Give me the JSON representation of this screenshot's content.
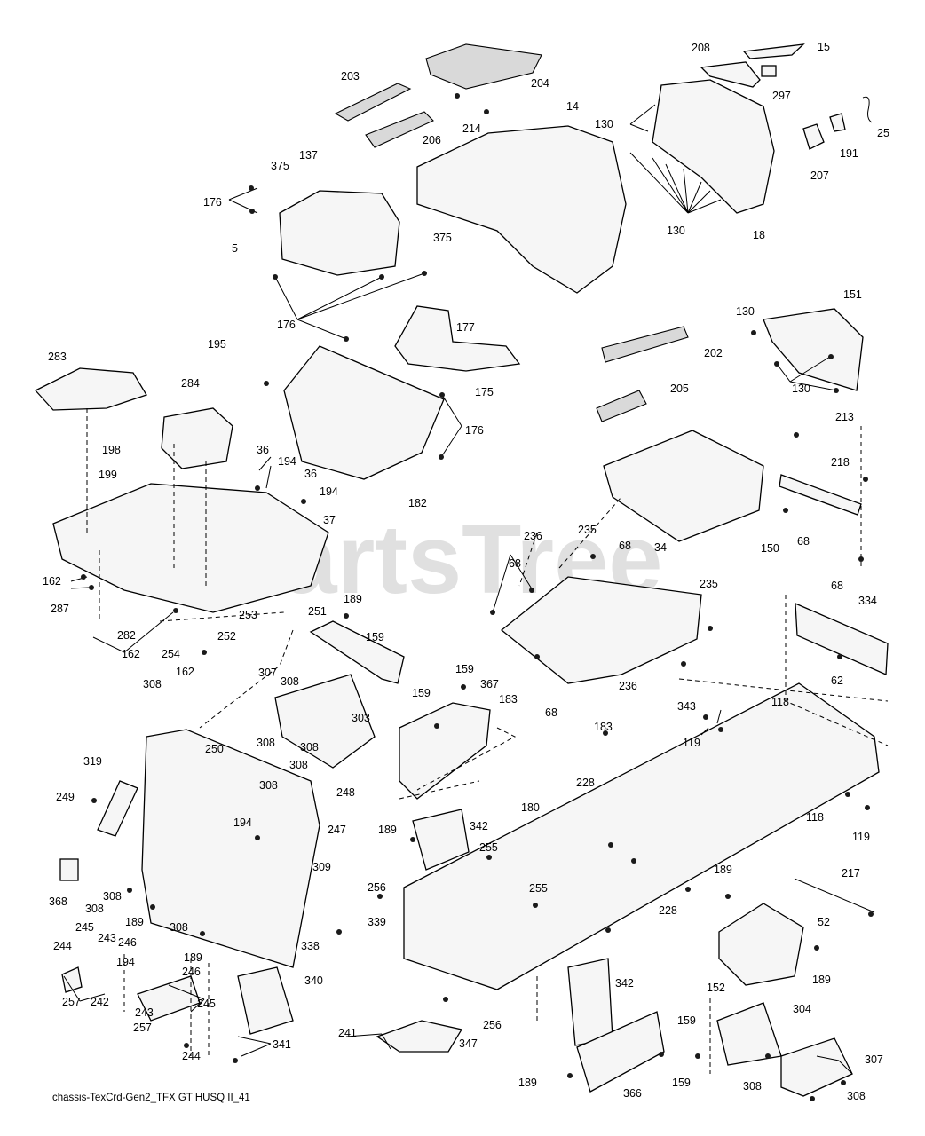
{
  "watermark": "PartsTree",
  "footer_code": "chassis-TexCrd-Gen2_TFX GT HUSQ II_41",
  "callouts": [
    "203",
    "204",
    "15",
    "208",
    "297",
    "25",
    "14",
    "214",
    "206",
    "130",
    "207",
    "191",
    "137",
    "375",
    "176",
    "5",
    "375",
    "130",
    "18",
    "176",
    "177",
    "151",
    "130",
    "195",
    "202",
    "130",
    "283",
    "284",
    "175",
    "205",
    "176",
    "198",
    "36",
    "194",
    "36",
    "199",
    "194",
    "182",
    "213",
    "218",
    "150",
    "37",
    "68",
    "236",
    "235",
    "68",
    "34",
    "68",
    "162",
    "235",
    "287",
    "189",
    "253",
    "251",
    "282",
    "159",
    "162",
    "252",
    "254",
    "162",
    "68",
    "334",
    "62",
    "159",
    "367",
    "308",
    "307",
    "159",
    "183",
    "68",
    "236",
    "343",
    "308",
    "303",
    "183",
    "119",
    "118",
    "308",
    "250",
    "308",
    "308",
    "319",
    "249",
    "228",
    "308",
    "248",
    "180",
    "342",
    "194",
    "247",
    "189",
    "255",
    "118",
    "119",
    "309",
    "368",
    "308",
    "256",
    "255",
    "308",
    "189",
    "217",
    "189",
    "52",
    "339",
    "245",
    "243",
    "246",
    "308",
    "338",
    "228",
    "194",
    "244",
    "189",
    "246",
    "340",
    "189",
    "152",
    "257",
    "242",
    "243",
    "245",
    "342",
    "257",
    "244",
    "304",
    "159",
    "241",
    "347",
    "341",
    "256",
    "307",
    "189",
    "159",
    "366",
    "308",
    "308"
  ]
}
